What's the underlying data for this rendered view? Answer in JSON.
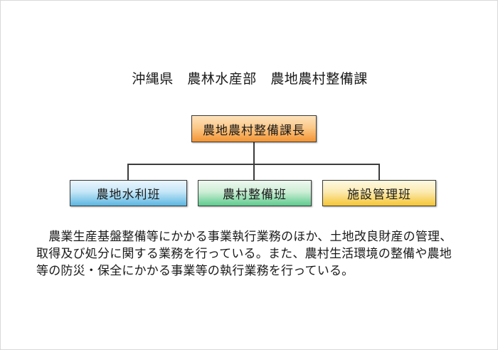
{
  "page": {
    "background_color": "#ffffff",
    "border_color": "#d9d9d9"
  },
  "title": "沖縄県　農林水産部　農地農村整備課",
  "chart_data": {
    "type": "diagram",
    "diagram_kind": "organization-chart",
    "title": "沖縄県　農林水産部　農地農村整備課",
    "orientation": "top-down",
    "levels": 2,
    "nodes": [
      {
        "id": "root",
        "label": "農地農村整備課長",
        "level": 0,
        "fill_top": "#fde3bc",
        "fill_bottom": "#f59433",
        "border_color": "#3c3c3c",
        "color_name": "orange"
      },
      {
        "id": "child1",
        "label": "農地水利班",
        "level": 1,
        "parent": "root",
        "fill_top": "#eaf6fd",
        "fill_bottom": "#5cb6e2",
        "border_color": "#3c3c3c",
        "color_name": "blue"
      },
      {
        "id": "child2",
        "label": "農村整備班",
        "level": 1,
        "parent": "root",
        "fill_top": "#eef8ef",
        "fill_bottom": "#5ecb8d",
        "border_color": "#3c3c3c",
        "color_name": "green"
      },
      {
        "id": "child3",
        "label": "施設管理班",
        "level": 1,
        "parent": "root",
        "fill_top": "#fdf9e2",
        "fill_bottom": "#f6c534",
        "border_color": "#3c3c3c",
        "color_name": "yellow"
      }
    ],
    "edges": [
      {
        "from": "root",
        "to": "child1"
      },
      {
        "from": "root",
        "to": "child2"
      },
      {
        "from": "root",
        "to": "child3"
      }
    ],
    "connector_style": "orthogonal-bus",
    "connector_color": "#3c3c3c",
    "description_lines": [
      "　農業生産基盤整備等にかかる事業執行業務のほか、土地改良財産の管理、",
      "取得及び処分に関する業務を行っている。また、農村生活環境の整備や農地",
      "等の防災・保全にかかる事業等の執行業務を行っている。"
    ]
  },
  "description": {
    "line1": "　農業生産基盤整備等にかかる事業執行業務のほか、土地改良財産の管理、",
    "line2": "取得及び処分に関する業務を行っている。また、農村生活環境の整備や農地",
    "line3": "等の防災・保全にかかる事業等の執行業務を行っている。"
  }
}
